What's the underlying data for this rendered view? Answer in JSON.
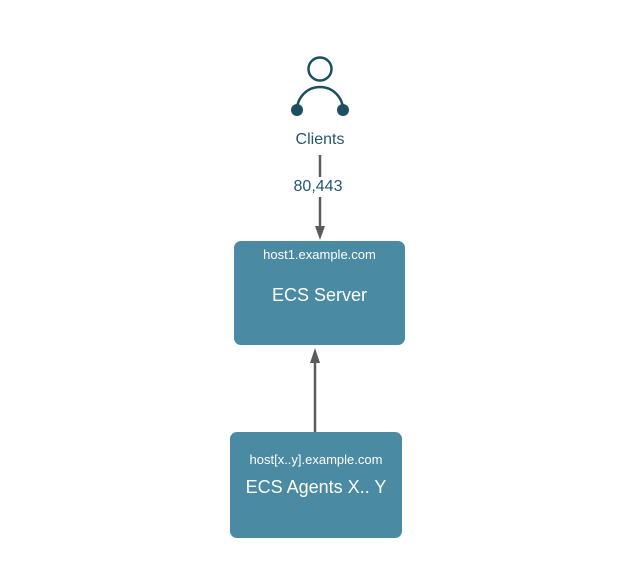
{
  "diagram": {
    "clients": {
      "label": "Clients",
      "icon": "person-icon"
    },
    "connection": {
      "port_label": "80,443",
      "direction": "clients-to-server"
    },
    "nodes": [
      {
        "id": "ecs-server",
        "subtitle": "host1.example.com",
        "title": "ECS Server"
      },
      {
        "id": "ecs-agents",
        "subtitle": "host[x..y].example.com",
        "title": "ECS Agents X.. Y"
      }
    ],
    "colors": {
      "node_fill": "#4a8ba3",
      "node_text": "#ffffff",
      "icon_stroke": "#1d4f63",
      "icon_fill": "#1d4f63",
      "label_text": "#24586e",
      "arrow_stroke": "#5b5b5b",
      "arrow_fill": "#5b5b5b",
      "background": "#ffffff"
    }
  }
}
